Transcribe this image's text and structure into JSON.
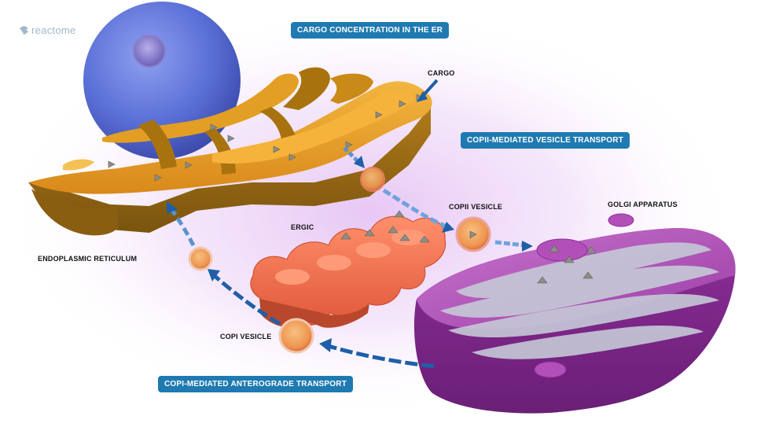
{
  "branding": {
    "logo_text": "reactome"
  },
  "badges": {
    "cargo_concentration": "CARGO CONCENTRATION IN THE ER",
    "copii_transport": "COPII-MEDIATED VESICLE TRANSPORT",
    "copi_transport": "COPI-MEDIATED ANTEROGRADE TRANSPORT"
  },
  "labels": {
    "cargo": "CARGO",
    "copii_vesicle": "COPII VESICLE",
    "golgi": "GOLGI APPARATUS",
    "ergic": "ERGIC",
    "er": "ENDOPLASMIC RETICULUM",
    "copi_vesicle": "COPI VESICLE"
  },
  "colors": {
    "badge": "#1f7ab1",
    "arrow": "#1f5fa8",
    "nucleus": "#5a72d8",
    "er": "#d99a1c",
    "ergic": "#ef7a55",
    "golgi": "#b34fb8",
    "vesicle": "#f0a060"
  }
}
